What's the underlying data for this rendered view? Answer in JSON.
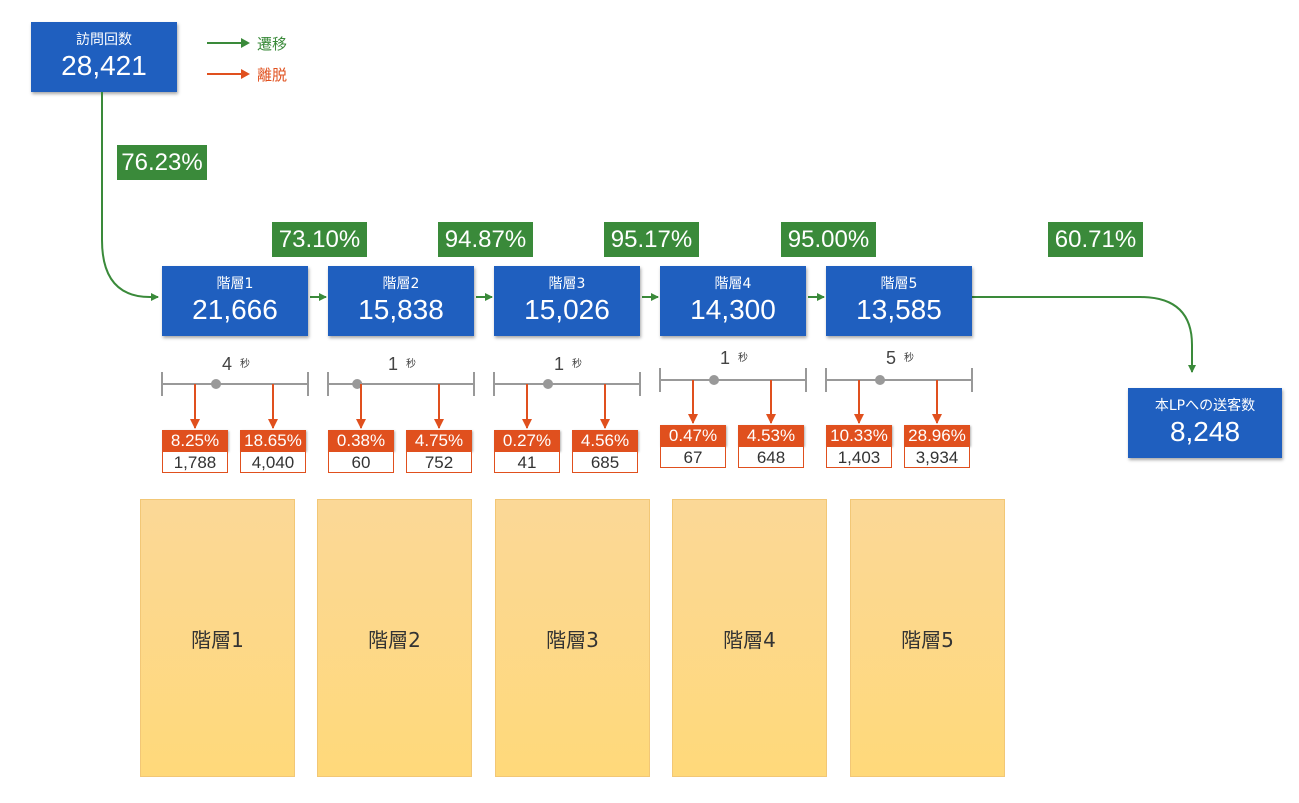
{
  "visits": {
    "label": "訪問回数",
    "value": "28,421"
  },
  "legend": {
    "transition": {
      "label": "遷移",
      "color": "#3a8a3a"
    },
    "exit": {
      "label": "離脱",
      "color": "#e0501e"
    }
  },
  "entry_rate": "76.23%",
  "layers": [
    {
      "label": "階層1",
      "value": "21,666",
      "time_value": "4",
      "time_unit": "秒",
      "time_marker": 0.37,
      "exit_left": {
        "pct": "8.25%",
        "count": "1,788"
      },
      "exit_right": {
        "pct": "18.65%",
        "count": "4,040"
      },
      "panel_label": "階層1"
    },
    {
      "label": "階層2",
      "value": "15,838",
      "time_value": "1",
      "time_unit": "秒",
      "time_marker": 0.2,
      "exit_left": {
        "pct": "0.38%",
        "count": "60"
      },
      "exit_right": {
        "pct": "4.75%",
        "count": "752"
      },
      "panel_label": "階層2"
    },
    {
      "label": "階層3",
      "value": "15,026",
      "time_value": "1",
      "time_unit": "秒",
      "time_marker": 0.37,
      "exit_left": {
        "pct": "0.27%",
        "count": "41"
      },
      "exit_right": {
        "pct": "4.56%",
        "count": "685"
      },
      "panel_label": "階層3"
    },
    {
      "label": "階層4",
      "value": "14,300",
      "time_value": "1",
      "time_unit": "秒",
      "time_marker": 0.37,
      "exit_left": {
        "pct": "0.47%",
        "count": "67"
      },
      "exit_right": {
        "pct": "4.53%",
        "count": "648"
      },
      "panel_label": "階層4"
    },
    {
      "label": "階層5",
      "value": "13,585",
      "time_value": "5",
      "time_unit": "秒",
      "time_marker": 0.37,
      "exit_left": {
        "pct": "10.33%",
        "count": "1,403"
      },
      "exit_right": {
        "pct": "28.96%",
        "count": "3,934"
      },
      "panel_label": "階層5"
    }
  ],
  "transition_rates": [
    "73.10%",
    "94.87%",
    "95.17%",
    "95.00%",
    "60.71%"
  ],
  "destination": {
    "label": "本LPへの送客数",
    "value": "8,248"
  }
}
